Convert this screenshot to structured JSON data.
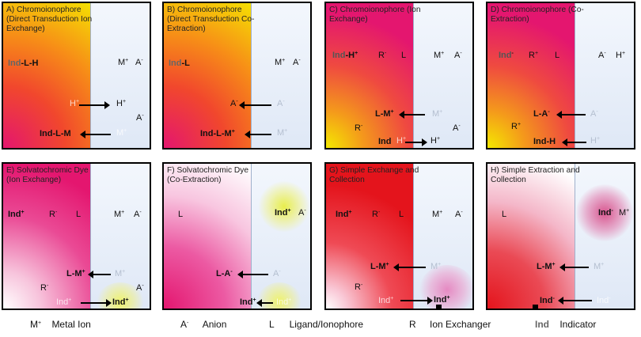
{
  "panels": {
    "A": {
      "title": "A) Chromoionophore (Direct Transduction Ion Exchange)"
    },
    "B": {
      "title": "B) Chromoionophore (Direct Transduction Co-Extraction)"
    },
    "C": {
      "title": "C) Chromoionophore (Ion Exchange)"
    },
    "D": {
      "title": "D) Chromoionophore (Co-Extraction)"
    },
    "E": {
      "title": "E) Solvatochromic Dye (Ion Exchange)"
    },
    "F": {
      "title": "F) Solvatochromic Dye (Co-Extraction)"
    },
    "G": {
      "title": "G) Simple Exchange and Collection"
    },
    "H": {
      "title": "H) Simple Extraction and Collection"
    }
  },
  "species": {
    "ind": "Ind",
    "lh": "-L-H",
    "lm": "-L-M",
    "L": "L",
    "R": "R",
    "H": "H",
    "M": "M",
    "A": "A",
    "lm_complex": "L-M",
    "la_complex": "L-A",
    "ind_h": "Ind-H",
    "plus": "+",
    "minus": "-"
  },
  "legend": {
    "metal_symbol": "M",
    "metal_label": "Metal Ion",
    "anion_symbol": "A",
    "anion_label": "Anion",
    "ligand_symbol": "L",
    "ligand_label": "Ligand/Ionophore",
    "exchanger_symbol": "R",
    "exchanger_label": "Ion Exchanger",
    "indicator_symbol": "Ind",
    "indicator_label": "Indicator"
  },
  "colors": {
    "border": "#000000",
    "aqueous": "#e6edf8",
    "magenta": "#e4166f",
    "orange": "#f47a1e",
    "yellow": "#f4e900",
    "red": "#e4141c",
    "indicator_gray": "#5a5a5a"
  }
}
